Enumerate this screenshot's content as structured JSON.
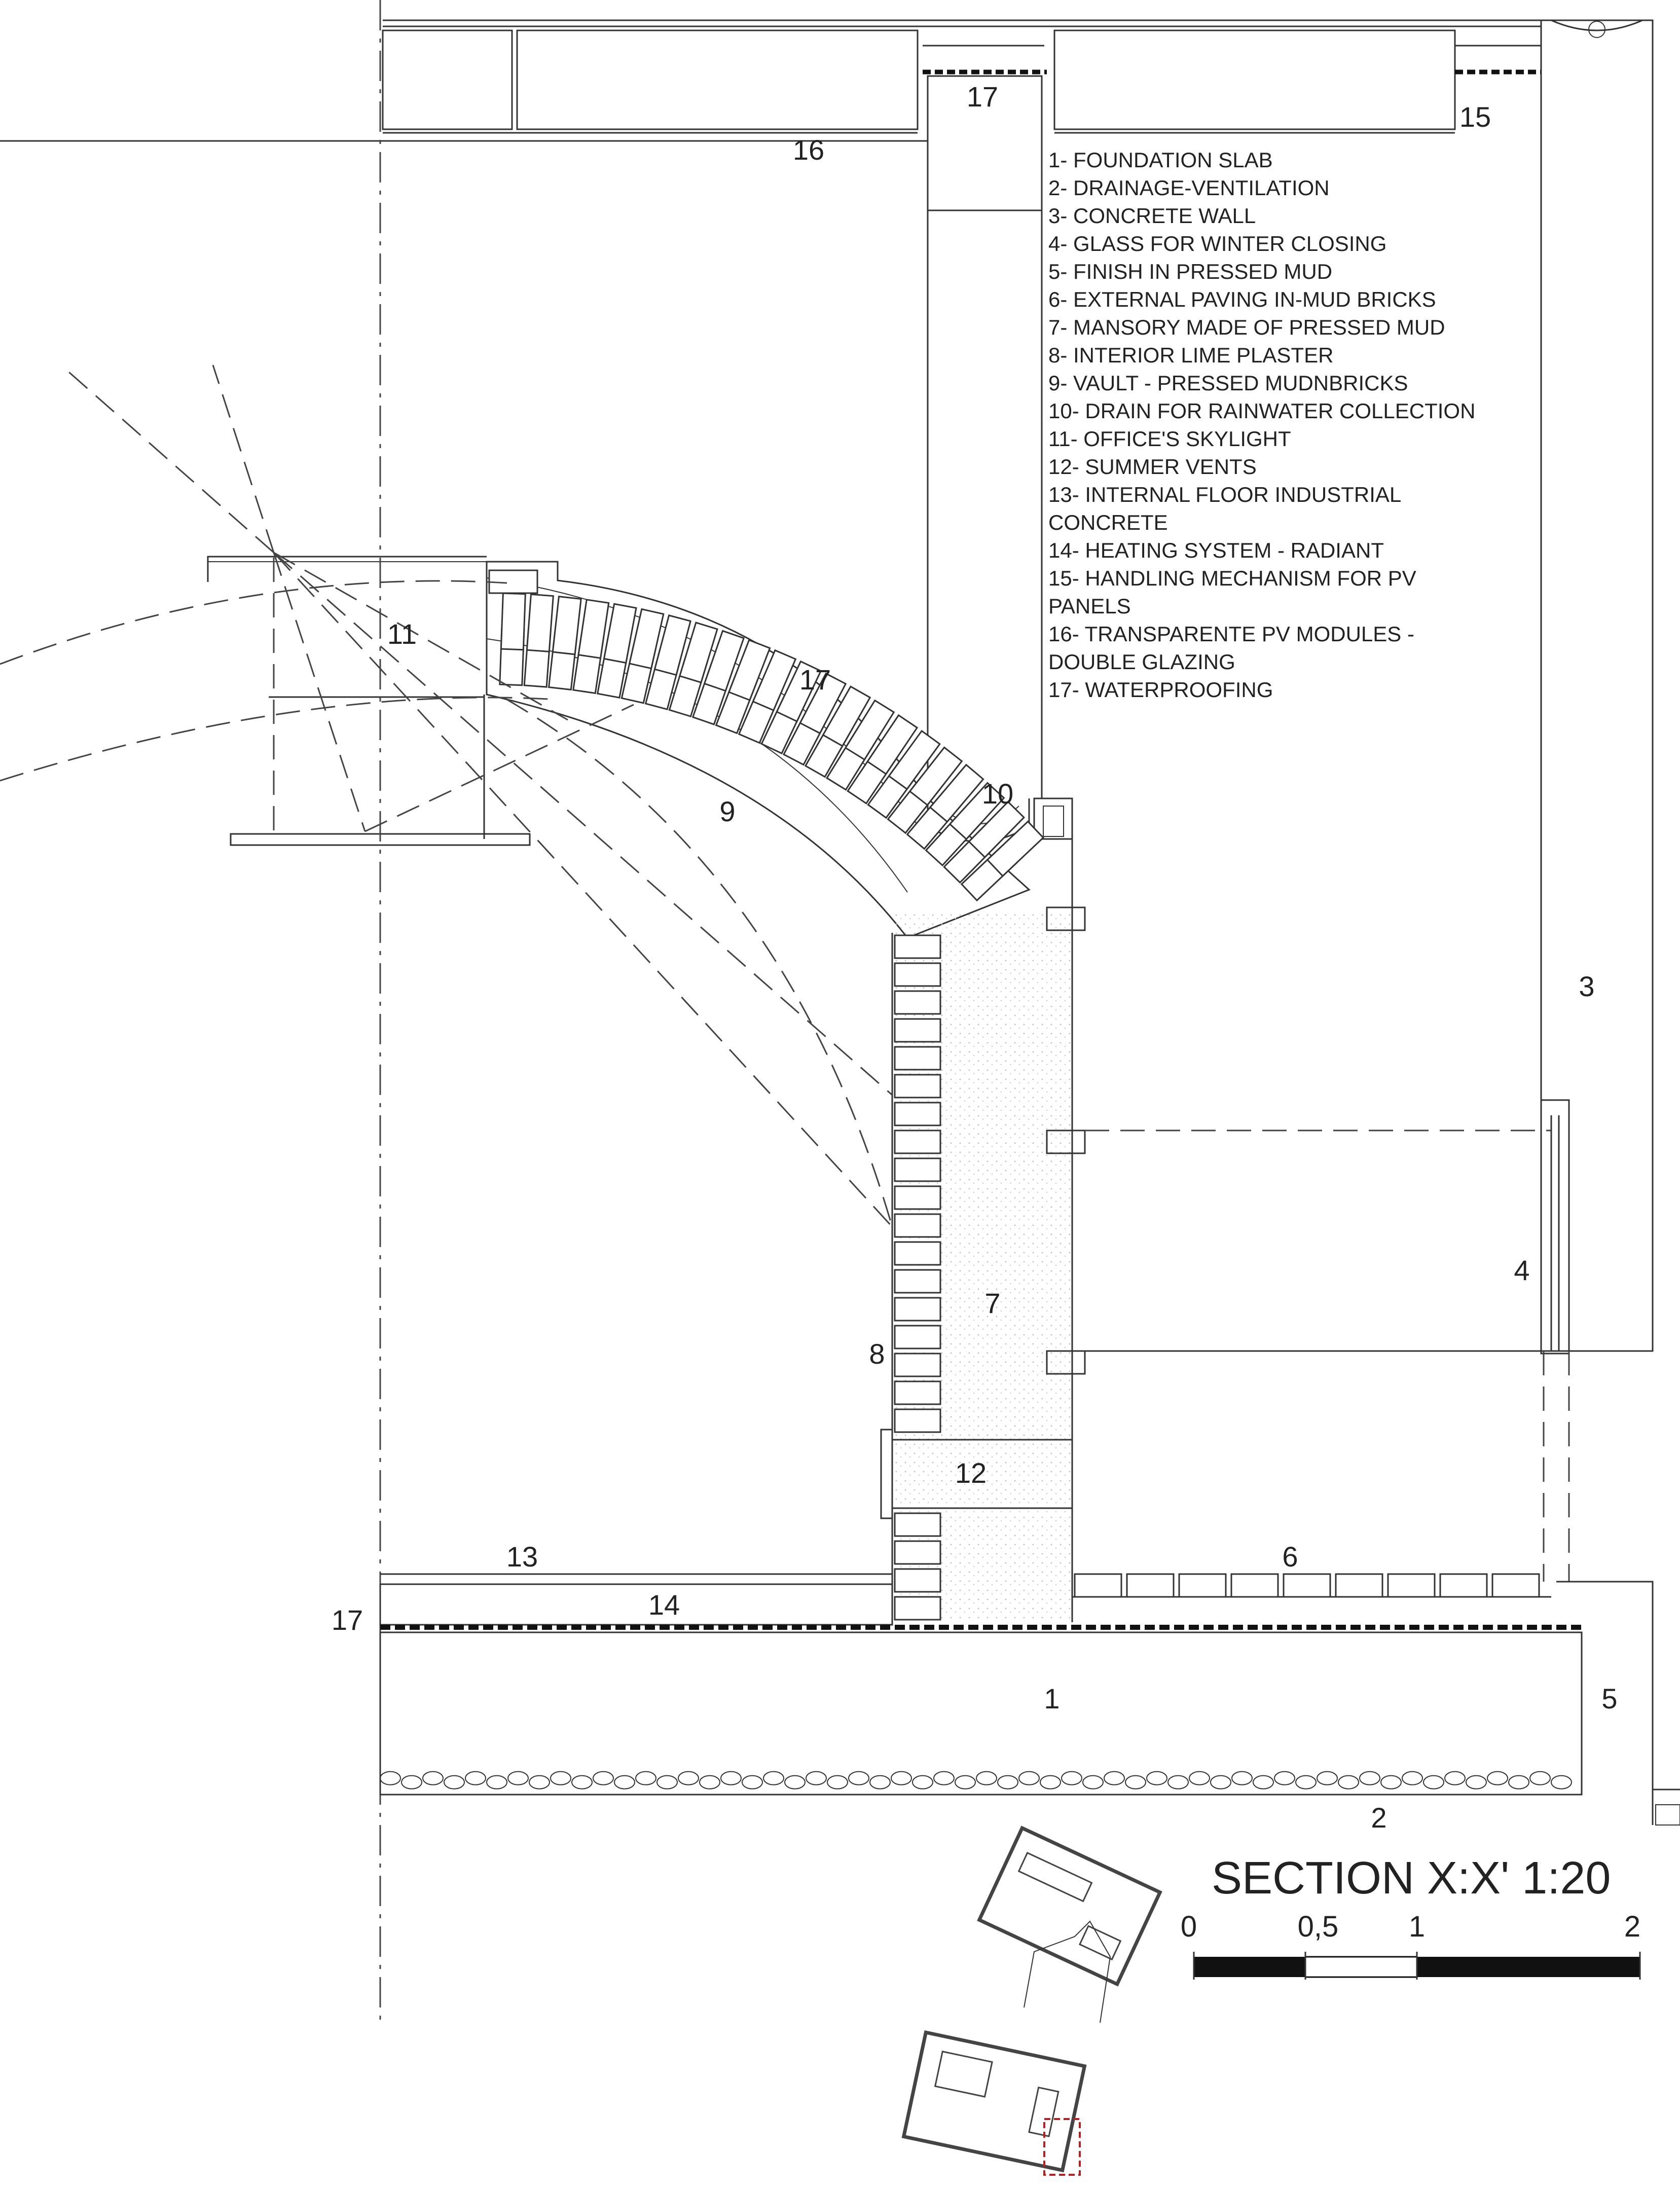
{
  "legend": {
    "items": [
      "1- FOUNDATION SLAB",
      "2- DRAINAGE-VENTILATION",
      "3- CONCRETE WALL",
      "4- GLASS FOR WINTER CLOSING",
      "5- FINISH IN PRESSED MUD",
      "6- EXTERNAL PAVING IN-MUD BRICKS",
      "7- MANSORY MADE OF PRESSED MUD",
      "8- INTERIOR LIME PLASTER",
      "9- VAULT - PRESSED MUDNBRICKS",
      "10- DRAIN FOR RAINWATER COLLECTION",
      "11- OFFICE'S SKYLIGHT",
      "12- SUMMER VENTS",
      "13- INTERNAL FLOOR INDUSTRIAL",
      "CONCRETE",
      "14- HEATING SYSTEM - RADIANT",
      "15- HANDLING MECHANISM FOR PV",
      "PANELS",
      "16- TRANSPARENTE PV MODULES -",
      "DOUBLE GLAZING",
      "17- WATERPROOFING"
    ]
  },
  "callouts": {
    "n1": "1",
    "n2": "2",
    "n3": "3",
    "n4": "4",
    "n5": "5",
    "n6": "6",
    "n7": "7",
    "n8": "8",
    "n9": "9",
    "n10": "10",
    "n11": "11",
    "n12": "12",
    "n13": "13",
    "n14": "14",
    "n15": "15",
    "n16": "16",
    "n17_top": "17",
    "n17_vault": "17",
    "n17_left": "17"
  },
  "title": "SECTION X:X' 1:20",
  "scale_bar": {
    "ticks": [
      "0",
      "0,5",
      "1",
      "2"
    ]
  },
  "colors": {
    "line": "#333333",
    "hatch": "#999999",
    "key_marker": "#b22222"
  }
}
